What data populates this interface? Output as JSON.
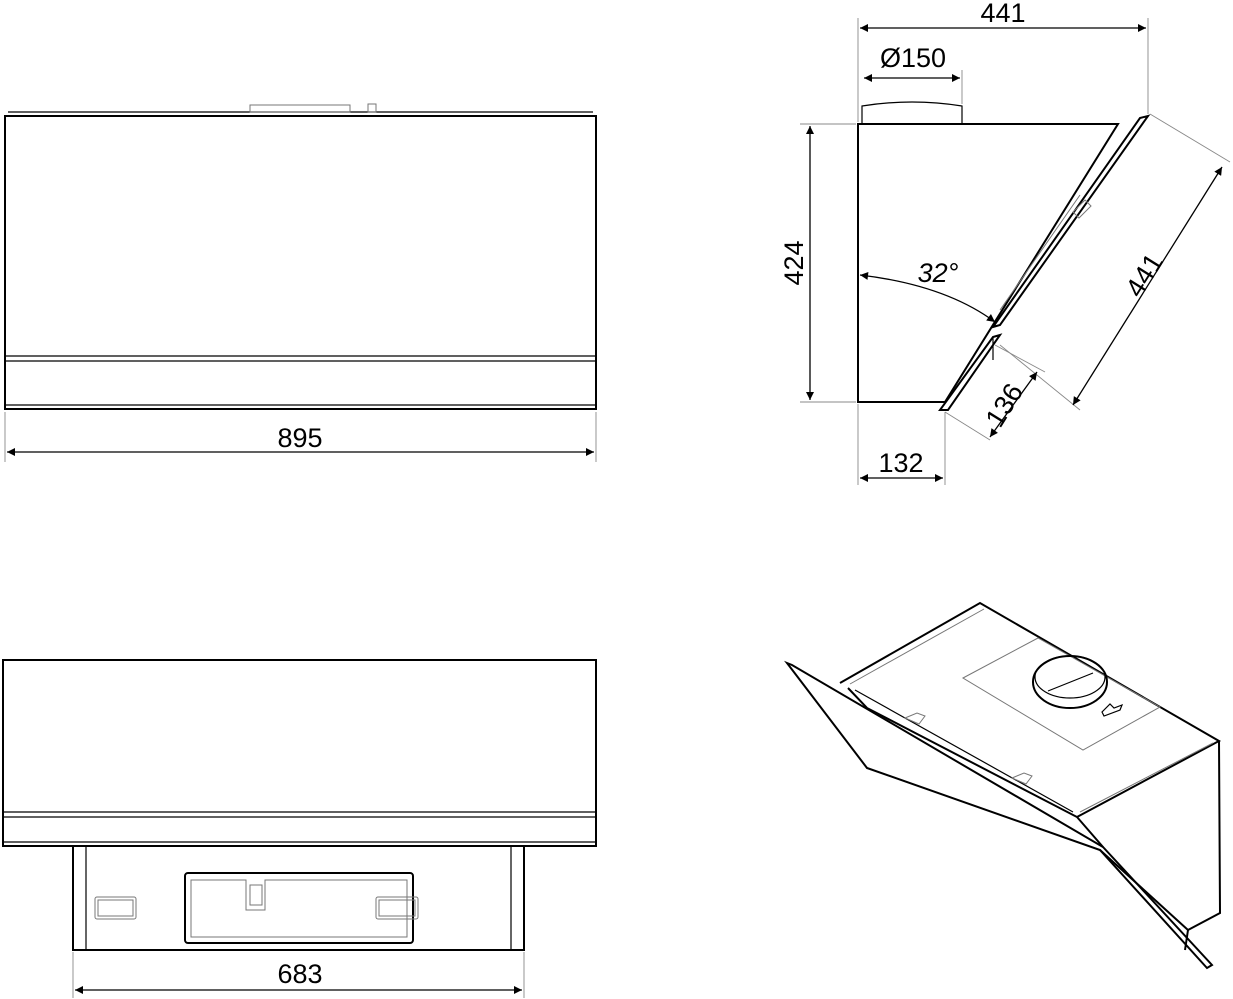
{
  "dimensions": {
    "front_width": "895",
    "bottom_width": "683",
    "side_depth_top": "441",
    "duct_diameter": "Ø150",
    "side_height": "424",
    "angle": "32°",
    "glass_length": "441",
    "glass_lower": "136",
    "bottom_depth": "132"
  }
}
